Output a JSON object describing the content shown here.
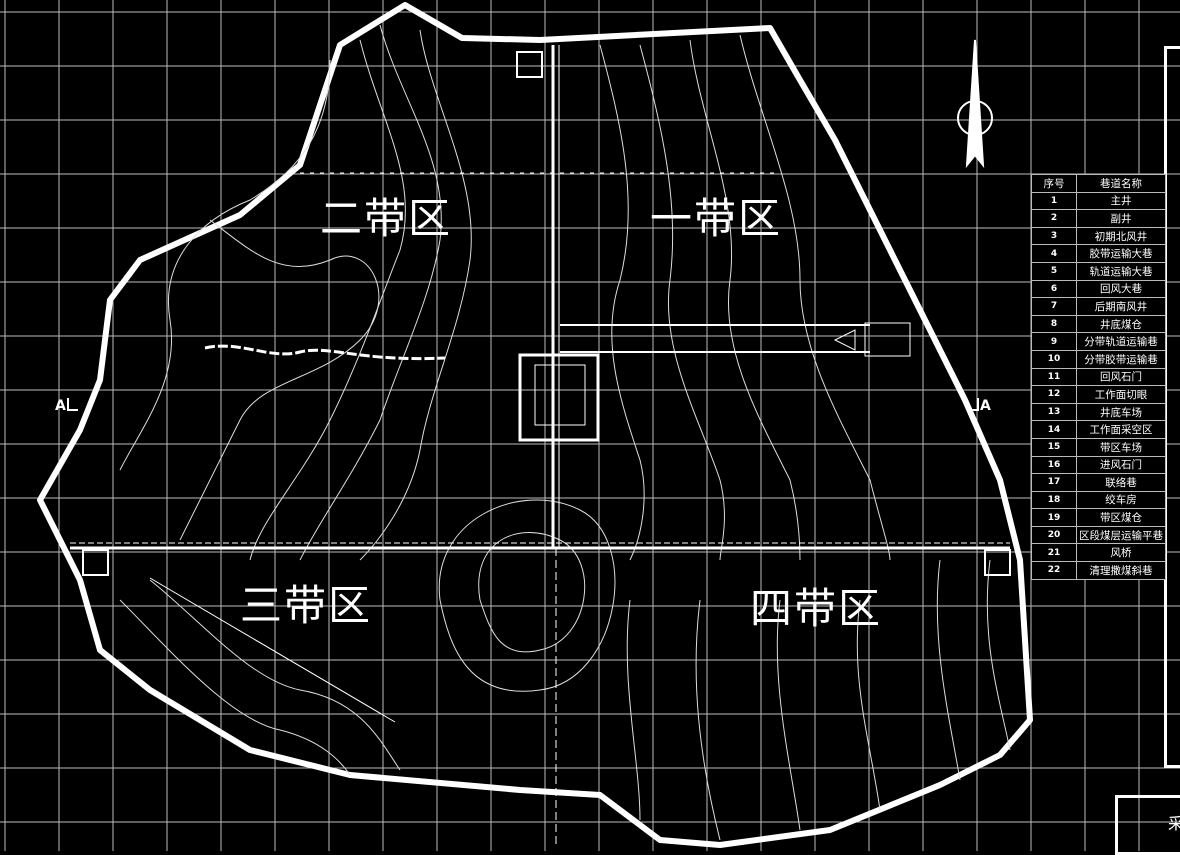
{
  "zones": {
    "zone2": "二带区",
    "zone1": "一带区",
    "zone3": "三带区",
    "zone4": "四带区"
  },
  "section_marks": {
    "left": "A",
    "right": "A"
  },
  "legend": {
    "header": {
      "no": "序号",
      "name": "巷道名称"
    },
    "rows": [
      {
        "no": "1",
        "name": "主井"
      },
      {
        "no": "2",
        "name": "副井"
      },
      {
        "no": "3",
        "name": "初期北风井"
      },
      {
        "no": "4",
        "name": "胶带运输大巷"
      },
      {
        "no": "5",
        "name": "轨道运输大巷"
      },
      {
        "no": "6",
        "name": "回风大巷"
      },
      {
        "no": "7",
        "name": "后期南风井"
      },
      {
        "no": "8",
        "name": "井底煤仓"
      },
      {
        "no": "9",
        "name": "分带轨道运输巷"
      },
      {
        "no": "10",
        "name": "分带胶带运输巷"
      },
      {
        "no": "11",
        "name": "回风石门"
      },
      {
        "no": "12",
        "name": "工作面切眼"
      },
      {
        "no": "13",
        "name": "井底车场"
      },
      {
        "no": "14",
        "name": "工作面采空区"
      },
      {
        "no": "15",
        "name": "带区车场"
      },
      {
        "no": "16",
        "name": "进风石门"
      },
      {
        "no": "17",
        "name": "联络巷"
      },
      {
        "no": "18",
        "name": "绞车房"
      },
      {
        "no": "19",
        "name": "带区煤仓"
      },
      {
        "no": "20",
        "name": "区段煤层运输平巷"
      },
      {
        "no": "21",
        "name": "风桥"
      },
      {
        "no": "22",
        "name": "清理撒煤斜巷"
      }
    ]
  },
  "title_block": {
    "caption": "采"
  }
}
